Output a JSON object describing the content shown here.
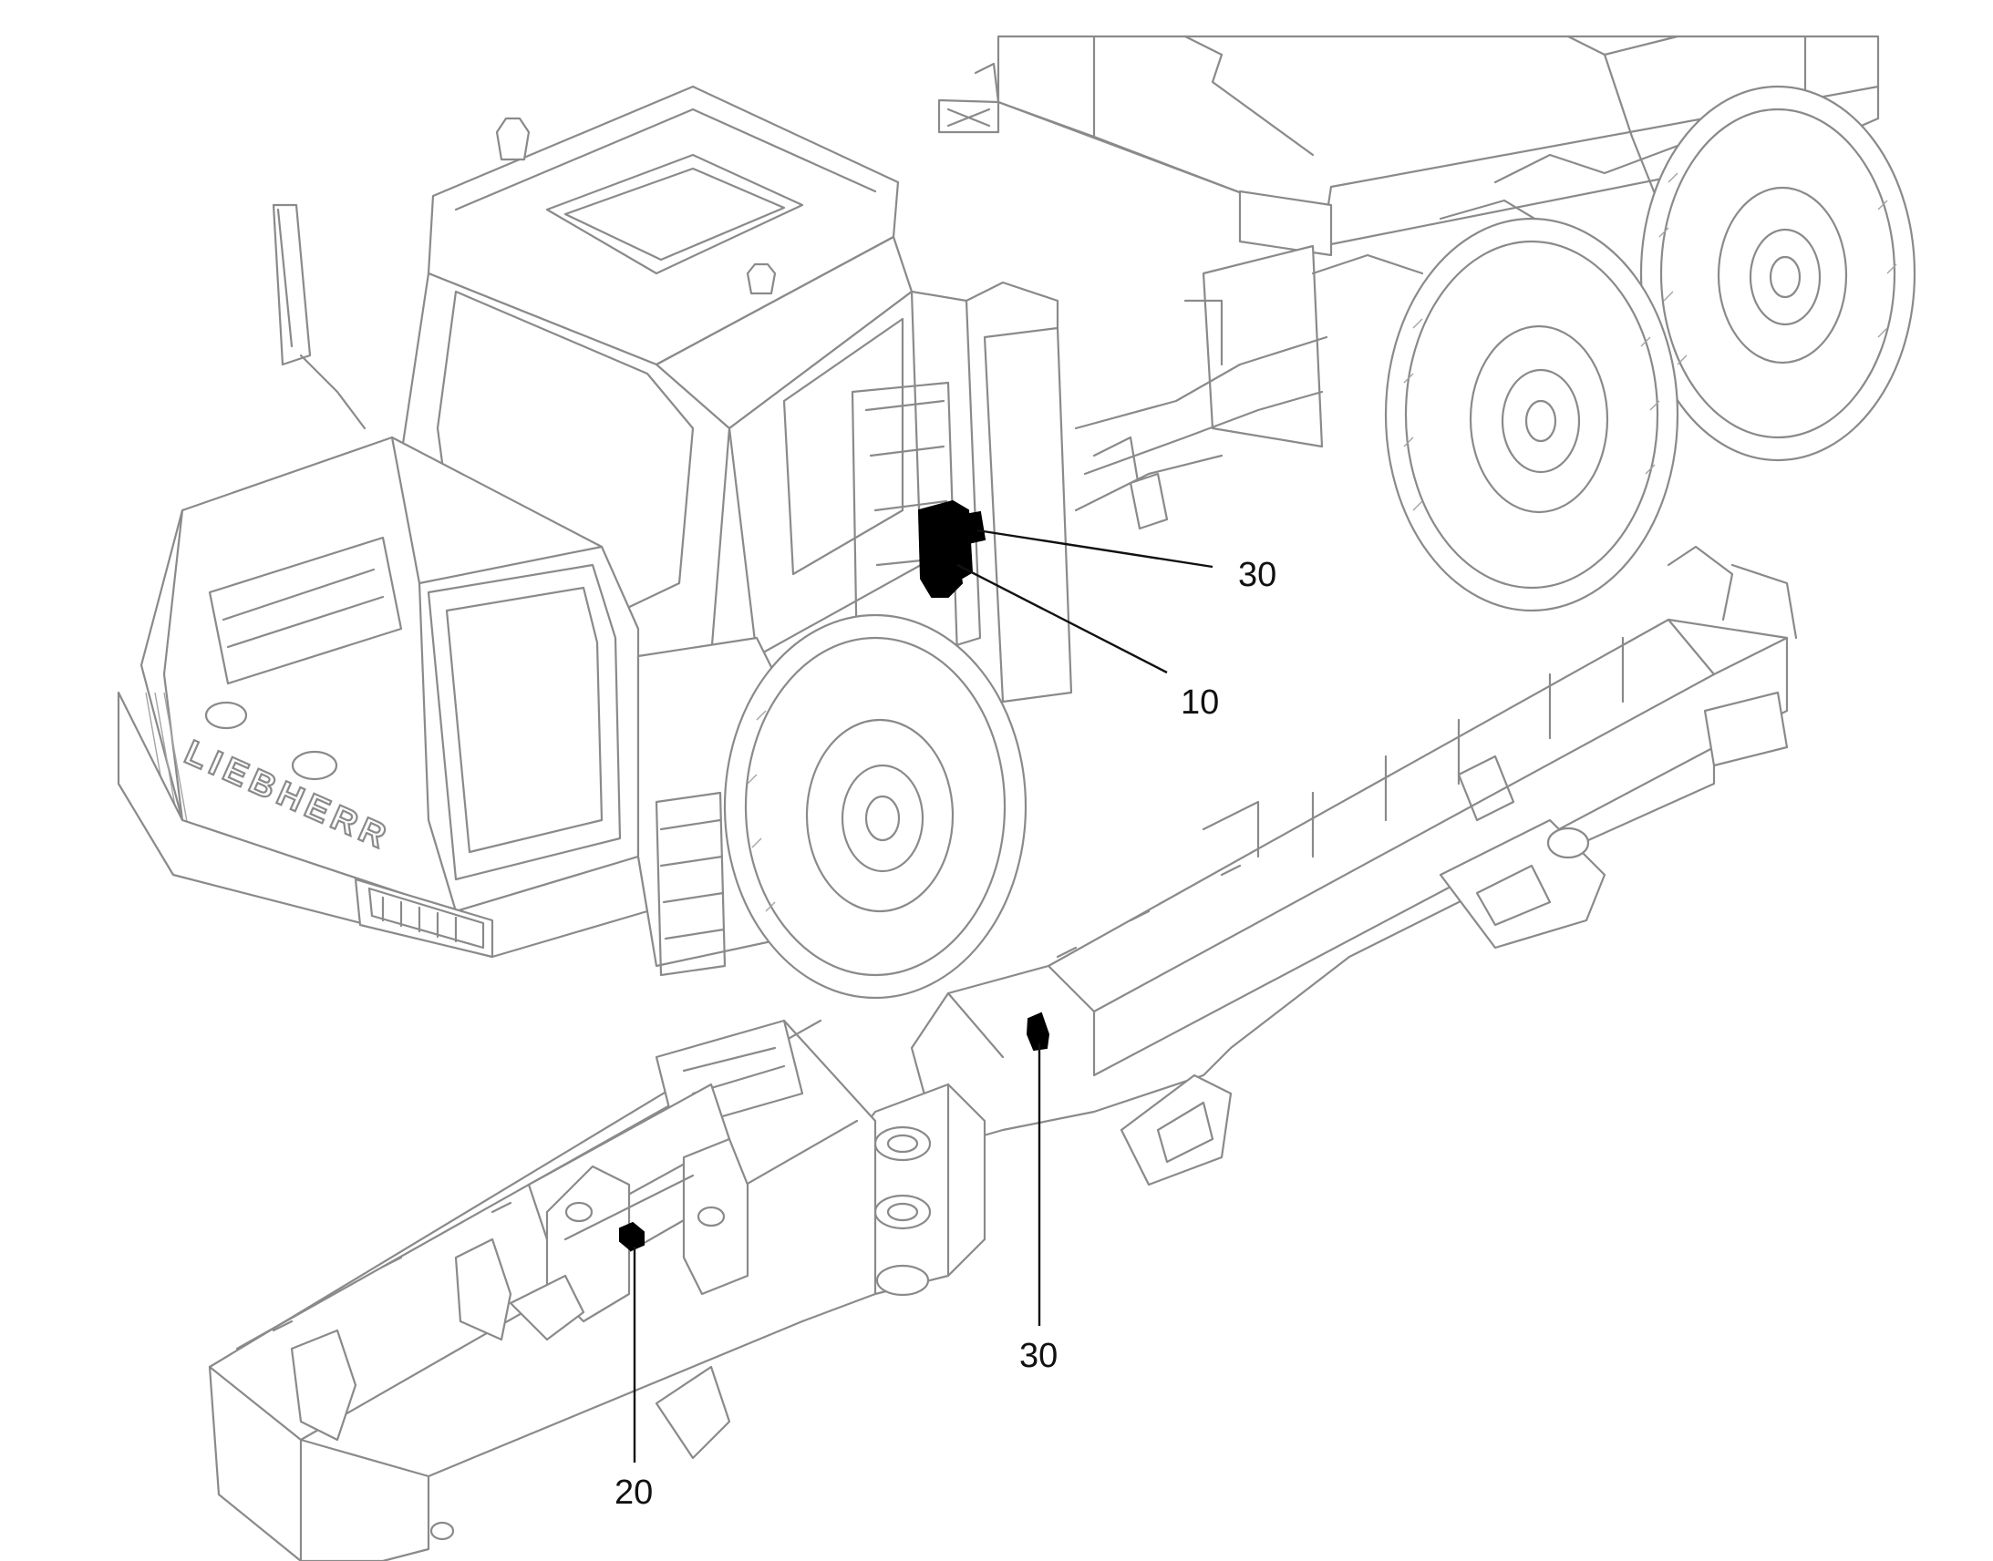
{
  "diagram": {
    "brand_text": "LIEBHERR",
    "callouts": {
      "c30_cab": "30",
      "c10": "10",
      "c30_frame": "30",
      "c20": "20"
    },
    "colors": {
      "line_art": "#8a8a8a",
      "highlight": "#000000",
      "text": "#111111"
    }
  }
}
